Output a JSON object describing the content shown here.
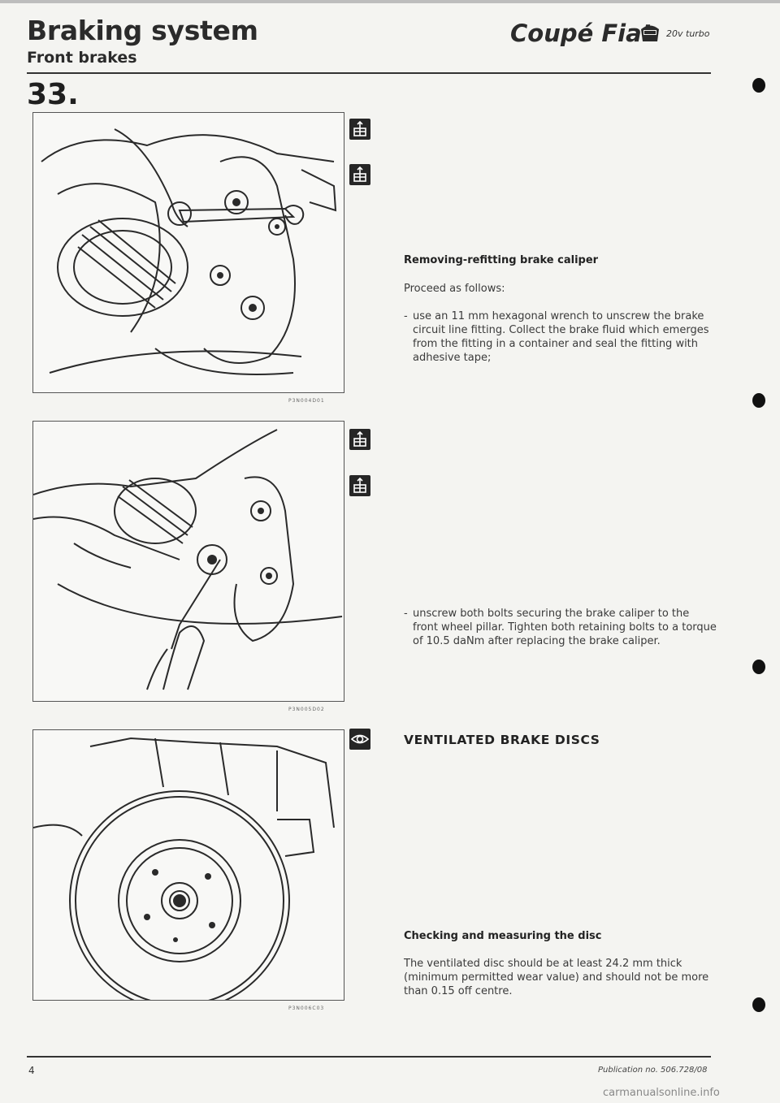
{
  "header": {
    "section_title": "Braking system",
    "subsection_title": "Front brakes",
    "brand_title": "Coupé Fiat",
    "logo_icon": "fiat-logo-icon",
    "edition": "20v turbo",
    "section_number": "33."
  },
  "figures": [
    {
      "code": "P3N004D01",
      "description": "brake circuit line fitting"
    },
    {
      "code": "P3N005D02",
      "description": "caliper bolts"
    },
    {
      "code": "P3N006C03",
      "description": "ventilated brake disc"
    }
  ],
  "icons": {
    "remove_refit": "remove-refit-icon",
    "inspect": "eye-inspection-icon"
  },
  "sections": [
    {
      "heading": "Removing-refitting brake caliper",
      "intro": "Proceed as follows:",
      "steps": [
        "use an 11 mm hexagonal wrench to unscrew the brake circuit line fitting. Collect the brake fluid which emerges from the fitting in a container and seal the fitting with adhesive tape;",
        "unscrew both bolts securing the brake caliper to the front wheel pillar. Tighten both retaining bolts to a torque of 10.5 daNm after replacing the brake caliper."
      ]
    },
    {
      "heading": "VENTILATED BRAKE DISCS"
    },
    {
      "heading": "Checking and measuring the disc",
      "body": "The ventilated disc should be at least 24.2 mm thick (minimum permitted wear value) and should not be more than 0.15 off centre."
    }
  ],
  "footer": {
    "page_number": "4",
    "publication": "Publication no. 506.728/08"
  },
  "watermark": "carmanualsonline.info",
  "colors": {
    "page": "#f4f4f1",
    "text": "#222222",
    "icon_background": "#262626"
  }
}
